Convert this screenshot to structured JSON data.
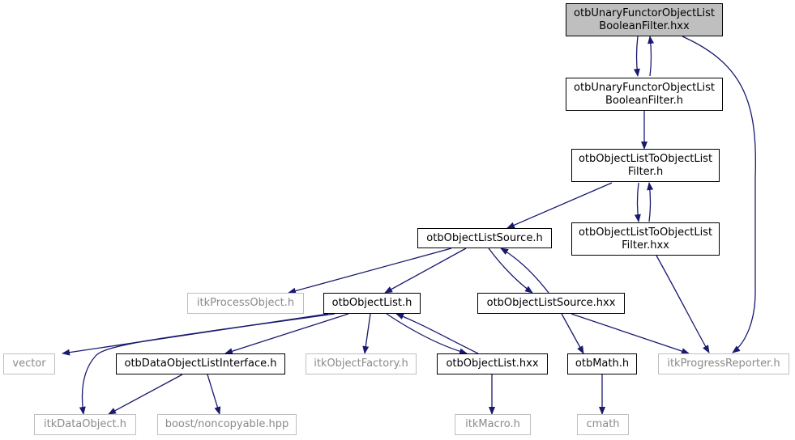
{
  "colors": {
    "edge": "#191970",
    "current_fill": "#bfbfbf",
    "local_border": "#000000",
    "external_border": "#bfbfbf",
    "external_text": "#8a8a8a"
  },
  "nodes": {
    "unary_hxx": {
      "lines": [
        "otbUnaryFunctorObjectList",
        "BooleanFilter.hxx"
      ]
    },
    "unary_h": {
      "lines": [
        "otbUnaryFunctorObjectList",
        "BooleanFilter.h"
      ]
    },
    "l2l_h": {
      "lines": [
        "otbObjectListToObjectList",
        "Filter.h"
      ]
    },
    "l2l_hxx": {
      "lines": [
        "otbObjectListToObjectList",
        "Filter.hxx"
      ]
    },
    "source_h": {
      "lines": [
        "otbObjectListSource.h"
      ]
    },
    "process_object": {
      "lines": [
        "itkProcessObject.h"
      ]
    },
    "objlist_h": {
      "lines": [
        "otbObjectList.h"
      ]
    },
    "source_hxx": {
      "lines": [
        "otbObjectListSource.hxx"
      ]
    },
    "vector": {
      "lines": [
        "vector"
      ]
    },
    "dataobj_iface": {
      "lines": [
        "otbDataObjectListInterface.h"
      ]
    },
    "obj_factory": {
      "lines": [
        "itkObjectFactory.h"
      ]
    },
    "objlist_hxx": {
      "lines": [
        "otbObjectList.hxx"
      ]
    },
    "otb_math": {
      "lines": [
        "otbMath.h"
      ]
    },
    "progress": {
      "lines": [
        "itkProgressReporter.h"
      ]
    },
    "data_object": {
      "lines": [
        "itkDataObject.h"
      ]
    },
    "noncopyable": {
      "lines": [
        "boost/noncopyable.hpp"
      ]
    },
    "itk_macro": {
      "lines": [
        "itkMacro.h"
      ]
    },
    "cmath": {
      "lines": [
        "cmath"
      ]
    }
  }
}
